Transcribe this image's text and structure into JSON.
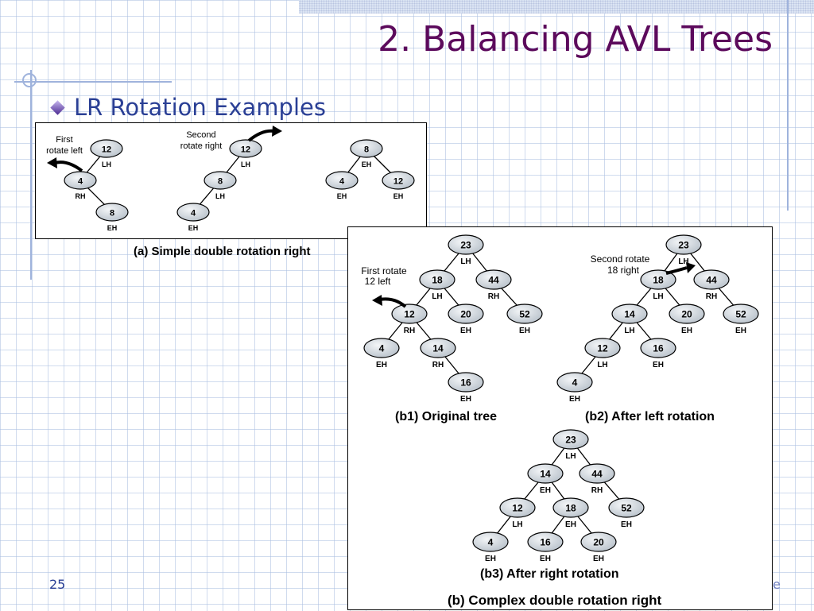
{
  "slide": {
    "title": "2. Balancing AVL Trees",
    "bullet": "LR Rotation Examples",
    "page_number": "25",
    "stray_char": "e",
    "accent_color": "#5c0a5c",
    "text_color": "#2a3f95"
  },
  "figure_a": {
    "caption": "(a) Simple double rotation right",
    "annotations": [
      {
        "id": "first-rotate-left",
        "lines": [
          "First",
          "rotate left"
        ]
      },
      {
        "id": "second-rotate-right",
        "lines": [
          "Second",
          "rotate right"
        ]
      }
    ],
    "trees": [
      {
        "id": "a1",
        "nodes": [
          {
            "id": "n12",
            "value": "12",
            "balance": "LH"
          },
          {
            "id": "n4",
            "value": "4",
            "balance": "RH"
          },
          {
            "id": "n8",
            "value": "8",
            "balance": "EH"
          }
        ],
        "edges": [
          [
            "n12",
            "n4"
          ],
          [
            "n4",
            "n8"
          ]
        ]
      },
      {
        "id": "a2",
        "nodes": [
          {
            "id": "n12",
            "value": "12",
            "balance": "LH"
          },
          {
            "id": "n8",
            "value": "8",
            "balance": "LH"
          },
          {
            "id": "n4",
            "value": "4",
            "balance": "EH"
          }
        ],
        "edges": [
          [
            "n12",
            "n8"
          ],
          [
            "n8",
            "n4"
          ]
        ]
      },
      {
        "id": "a3",
        "nodes": [
          {
            "id": "n8",
            "value": "8",
            "balance": "EH"
          },
          {
            "id": "n4",
            "value": "4",
            "balance": "EH"
          },
          {
            "id": "n12",
            "value": "12",
            "balance": "EH"
          }
        ],
        "edges": [
          [
            "n8",
            "n4"
          ],
          [
            "n8",
            "n12"
          ]
        ]
      }
    ]
  },
  "figure_b": {
    "caption": "(b) Complex double rotation right",
    "annotations": [
      {
        "id": "first-rotate-12-left",
        "lines": [
          "First rotate",
          "12 left"
        ]
      },
      {
        "id": "second-rotate-18-right",
        "lines": [
          "Second rotate",
          "18 right"
        ]
      }
    ],
    "trees": [
      {
        "id": "b1",
        "caption": "(b1) Original tree",
        "nodes": [
          {
            "id": "n23",
            "value": "23",
            "balance": "LH"
          },
          {
            "id": "n18",
            "value": "18",
            "balance": "LH"
          },
          {
            "id": "n44",
            "value": "44",
            "balance": "RH"
          },
          {
            "id": "n12",
            "value": "12",
            "balance": "RH"
          },
          {
            "id": "n20",
            "value": "20",
            "balance": "EH"
          },
          {
            "id": "n52",
            "value": "52",
            "balance": "EH"
          },
          {
            "id": "n4",
            "value": "4",
            "balance": "EH"
          },
          {
            "id": "n14",
            "value": "14",
            "balance": "RH"
          },
          {
            "id": "n16",
            "value": "16",
            "balance": "EH"
          }
        ],
        "edges": [
          [
            "n23",
            "n18"
          ],
          [
            "n23",
            "n44"
          ],
          [
            "n18",
            "n12"
          ],
          [
            "n18",
            "n20"
          ],
          [
            "n44",
            "n52"
          ],
          [
            "n12",
            "n4"
          ],
          [
            "n12",
            "n14"
          ],
          [
            "n14",
            "n16"
          ]
        ]
      },
      {
        "id": "b2",
        "caption": "(b2) After left rotation",
        "nodes": [
          {
            "id": "n23",
            "value": "23",
            "balance": "LH"
          },
          {
            "id": "n18",
            "value": "18",
            "balance": "LH"
          },
          {
            "id": "n44",
            "value": "44",
            "balance": "RH"
          },
          {
            "id": "n14",
            "value": "14",
            "balance": "LH"
          },
          {
            "id": "n20",
            "value": "20",
            "balance": "EH"
          },
          {
            "id": "n52",
            "value": "52",
            "balance": "EH"
          },
          {
            "id": "n12",
            "value": "12",
            "balance": "LH"
          },
          {
            "id": "n16",
            "value": "16",
            "balance": "EH"
          },
          {
            "id": "n4",
            "value": "4",
            "balance": "EH"
          }
        ],
        "edges": [
          [
            "n23",
            "n18"
          ],
          [
            "n23",
            "n44"
          ],
          [
            "n18",
            "n14"
          ],
          [
            "n18",
            "n20"
          ],
          [
            "n44",
            "n52"
          ],
          [
            "n14",
            "n12"
          ],
          [
            "n14",
            "n16"
          ],
          [
            "n12",
            "n4"
          ]
        ]
      },
      {
        "id": "b3",
        "caption": "(b3) After right rotation",
        "nodes": [
          {
            "id": "n23",
            "value": "23",
            "balance": "LH"
          },
          {
            "id": "n14",
            "value": "14",
            "balance": "EH"
          },
          {
            "id": "n44",
            "value": "44",
            "balance": "RH"
          },
          {
            "id": "n12",
            "value": "12",
            "balance": "LH"
          },
          {
            "id": "n18",
            "value": "18",
            "balance": "EH"
          },
          {
            "id": "n52",
            "value": "52",
            "balance": "EH"
          },
          {
            "id": "n4",
            "value": "4",
            "balance": "EH"
          },
          {
            "id": "n16",
            "value": "16",
            "balance": "EH"
          },
          {
            "id": "n20",
            "value": "20",
            "balance": "EH"
          }
        ],
        "edges": [
          [
            "n23",
            "n14"
          ],
          [
            "n23",
            "n44"
          ],
          [
            "n14",
            "n12"
          ],
          [
            "n14",
            "n18"
          ],
          [
            "n44",
            "n52"
          ],
          [
            "n12",
            "n4"
          ],
          [
            "n18",
            "n16"
          ],
          [
            "n18",
            "n20"
          ]
        ]
      }
    ]
  }
}
